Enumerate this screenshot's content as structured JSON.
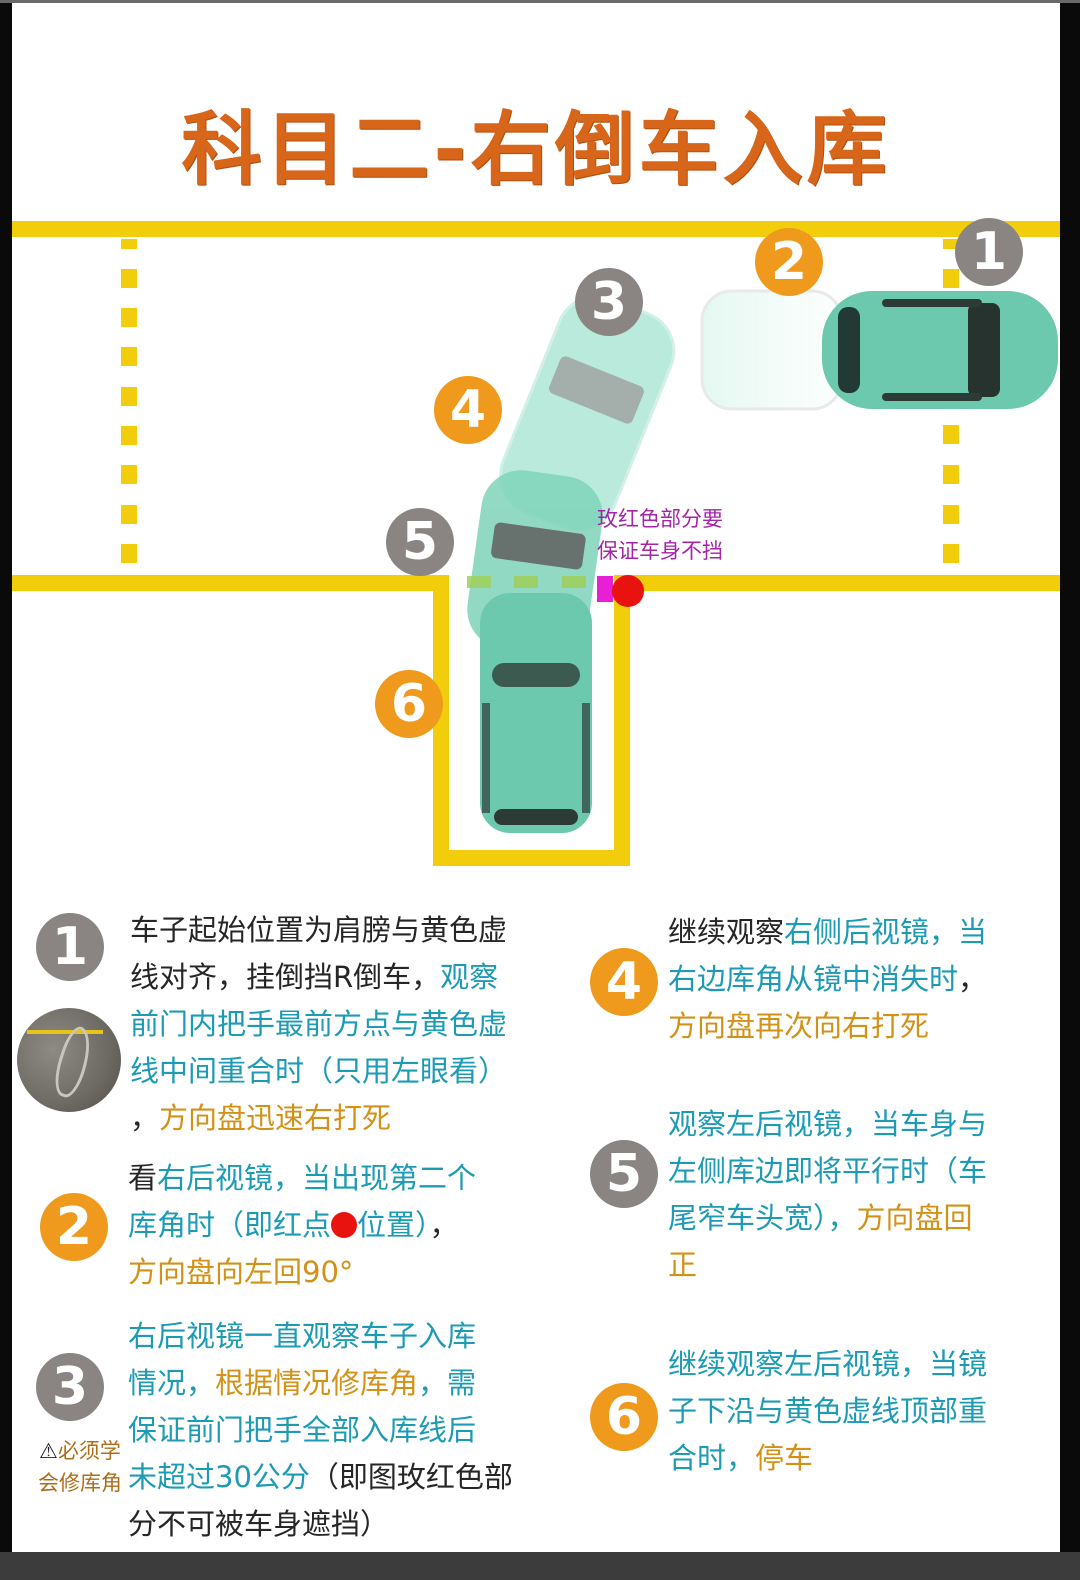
{
  "title": "科目二-右倒车入库",
  "colors": {
    "title": "#d8661a",
    "lane_yellow": "#f2cd0c",
    "car_teal": "#6cc9ad",
    "badge_gray": "#8a8583",
    "badge_orange": "#ef9a1d",
    "text_blue": "#1d9bb5",
    "text_gold": "#d39217",
    "note_magenta": "#a325a8",
    "marker_magenta": "#e71fd5",
    "marker_red": "#e8120e"
  },
  "diagram": {
    "badges": [
      {
        "n": "1",
        "color": "gray"
      },
      {
        "n": "2",
        "color": "orange"
      },
      {
        "n": "3",
        "color": "gray"
      },
      {
        "n": "4",
        "color": "orange"
      },
      {
        "n": "5",
        "color": "gray"
      },
      {
        "n": "6",
        "color": "orange"
      }
    ],
    "note_line1": "玫红色部分要",
    "note_line2": "保证车身不挡"
  },
  "steps": [
    {
      "n": "1",
      "lines": [
        [
          {
            "c": "dark",
            "t": "车子起始位置为肩膀与黄色虚"
          }
        ],
        [
          {
            "c": "dark",
            "t": "线对齐，挂倒挡R倒车，"
          },
          {
            "c": "blue",
            "t": "观察"
          }
        ],
        [
          {
            "c": "blue",
            "t": "前门内把手最前方点与黄色虚"
          }
        ],
        [
          {
            "c": "blue",
            "t": "线中间重合时（只用左眼看）"
          }
        ],
        [
          {
            "c": "dark",
            "t": "，"
          },
          {
            "c": "gold",
            "t": "方向盘迅速右打死"
          }
        ]
      ]
    },
    {
      "n": "2",
      "lines": [
        [
          {
            "c": "dark",
            "t": "看"
          },
          {
            "c": "blue",
            "t": "右后视镜，当出现第二个"
          }
        ],
        [
          {
            "c": "blue",
            "t": "库角时（即红点"
          },
          {
            "c": "dot",
            "t": ""
          },
          {
            "c": "blue",
            "t": "位置）"
          },
          {
            "c": "dark",
            "t": "，"
          }
        ],
        [
          {
            "c": "gold",
            "t": "方向盘向左回90°"
          }
        ]
      ]
    },
    {
      "n": "3",
      "lines": [
        [
          {
            "c": "blue",
            "t": "右后视镜一直观察车子入库"
          }
        ],
        [
          {
            "c": "blue",
            "t": "情况，"
          },
          {
            "c": "gold",
            "t": "根据情况修库角"
          },
          {
            "c": "blue",
            "t": "，需"
          }
        ],
        [
          {
            "c": "blue",
            "t": "保证前门把手全部入库线后"
          }
        ],
        [
          {
            "c": "blue",
            "t": "未超过30公分"
          },
          {
            "c": "dark",
            "t": "（即图玫红色部"
          }
        ],
        [
          {
            "c": "dark",
            "t": "分不可被车身遮挡）"
          }
        ]
      ],
      "warning_icon": "warning-triangle-icon",
      "warning_line1": "必须学",
      "warning_line2": "会修库角"
    },
    {
      "n": "4",
      "lines": [
        [
          {
            "c": "dark",
            "t": "继续观察"
          },
          {
            "c": "blue",
            "t": "右侧后视镜，当"
          }
        ],
        [
          {
            "c": "blue",
            "t": "右边库角从镜中消失时"
          },
          {
            "c": "dark",
            "t": "，"
          }
        ],
        [
          {
            "c": "gold",
            "t": "方向盘再次向右打死"
          }
        ]
      ]
    },
    {
      "n": "5",
      "lines": [
        [
          {
            "c": "blue",
            "t": "观察左后视镜，当车身与"
          }
        ],
        [
          {
            "c": "blue",
            "t": "左侧库边即将平行时（车"
          }
        ],
        [
          {
            "c": "blue",
            "t": "尾窄车头宽），"
          },
          {
            "c": "gold",
            "t": "方向盘回"
          }
        ],
        [
          {
            "c": "gold",
            "t": "正"
          }
        ]
      ]
    },
    {
      "n": "6",
      "lines": [
        [
          {
            "c": "blue",
            "t": "继续观察左后视镜，当镜"
          }
        ],
        [
          {
            "c": "blue",
            "t": "子下沿与黄色虚线顶部重"
          }
        ],
        [
          {
            "c": "blue",
            "t": "合时，"
          },
          {
            "c": "gold",
            "t": "停车"
          }
        ]
      ]
    }
  ]
}
